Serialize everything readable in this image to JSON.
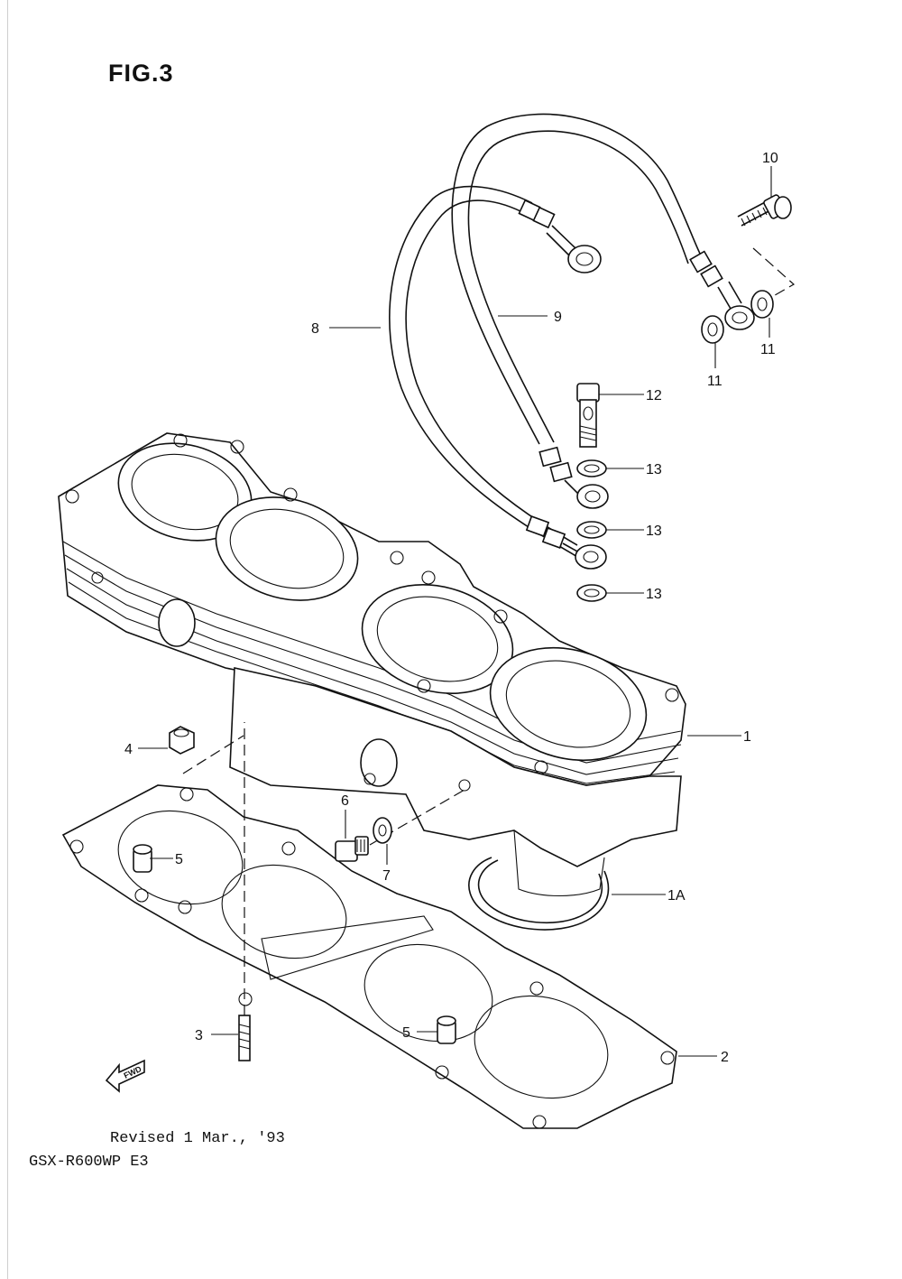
{
  "figure": {
    "title": "FIG.3",
    "revision": "Revised 1 Mar., '93",
    "model": "GSX-R600WP E3",
    "direction_mark": "FWD"
  },
  "callouts": [
    {
      "id": "c1",
      "label": "1"
    },
    {
      "id": "c1a",
      "label": "1A"
    },
    {
      "id": "c2",
      "label": "2"
    },
    {
      "id": "c3",
      "label": "3"
    },
    {
      "id": "c4",
      "label": "4"
    },
    {
      "id": "c5a",
      "label": "5"
    },
    {
      "id": "c5b",
      "label": "5"
    },
    {
      "id": "c6",
      "label": "6"
    },
    {
      "id": "c7",
      "label": "7"
    },
    {
      "id": "c8",
      "label": "8"
    },
    {
      "id": "c9",
      "label": "9"
    },
    {
      "id": "c10",
      "label": "10"
    },
    {
      "id": "c11a",
      "label": "11"
    },
    {
      "id": "c11b",
      "label": "11"
    },
    {
      "id": "c12",
      "label": "12"
    },
    {
      "id": "c13a",
      "label": "13"
    },
    {
      "id": "c13b",
      "label": "13"
    },
    {
      "id": "c13c",
      "label": "13"
    }
  ]
}
